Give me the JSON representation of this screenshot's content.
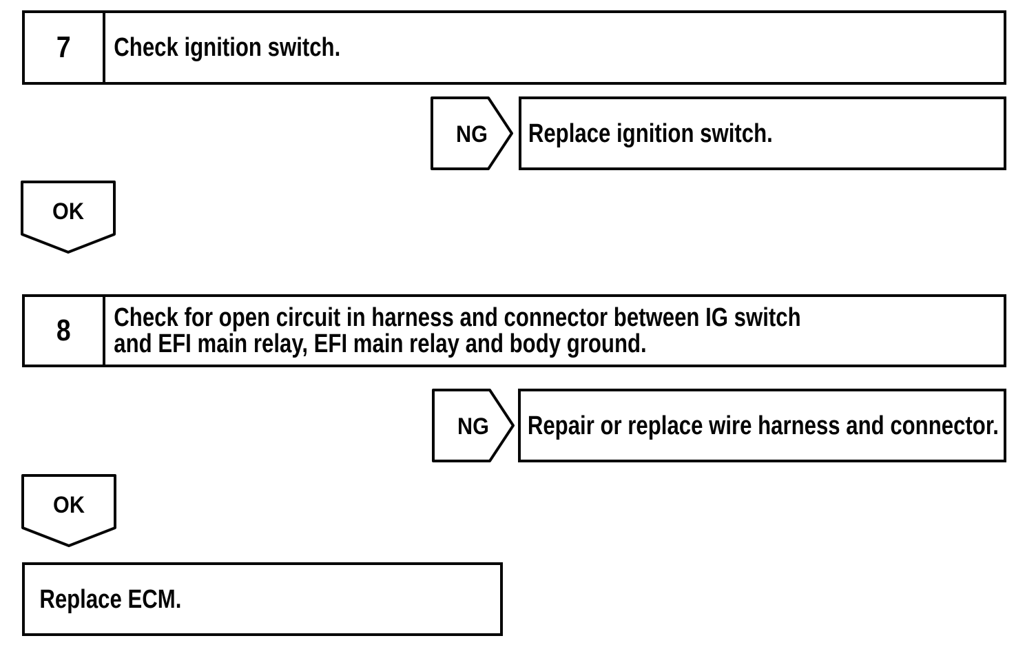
{
  "flowchart": {
    "steps": [
      {
        "number": "7",
        "description": "Check ignition switch.",
        "ng": {
          "label": "NG",
          "action": "Replace ignition switch."
        },
        "ok": {
          "label": "OK"
        }
      },
      {
        "number": "8",
        "description": "Check for open circuit in harness and connector between IG switch and EFI main relay, EFI main relay and body ground.",
        "ng": {
          "label": "NG",
          "action": "Repair or replace wire harness and connector."
        },
        "ok": {
          "label": "OK"
        }
      }
    ],
    "final": {
      "action": "Replace ECM."
    },
    "colors": {
      "ink": "#050505",
      "paper": "#ffffff"
    }
  }
}
